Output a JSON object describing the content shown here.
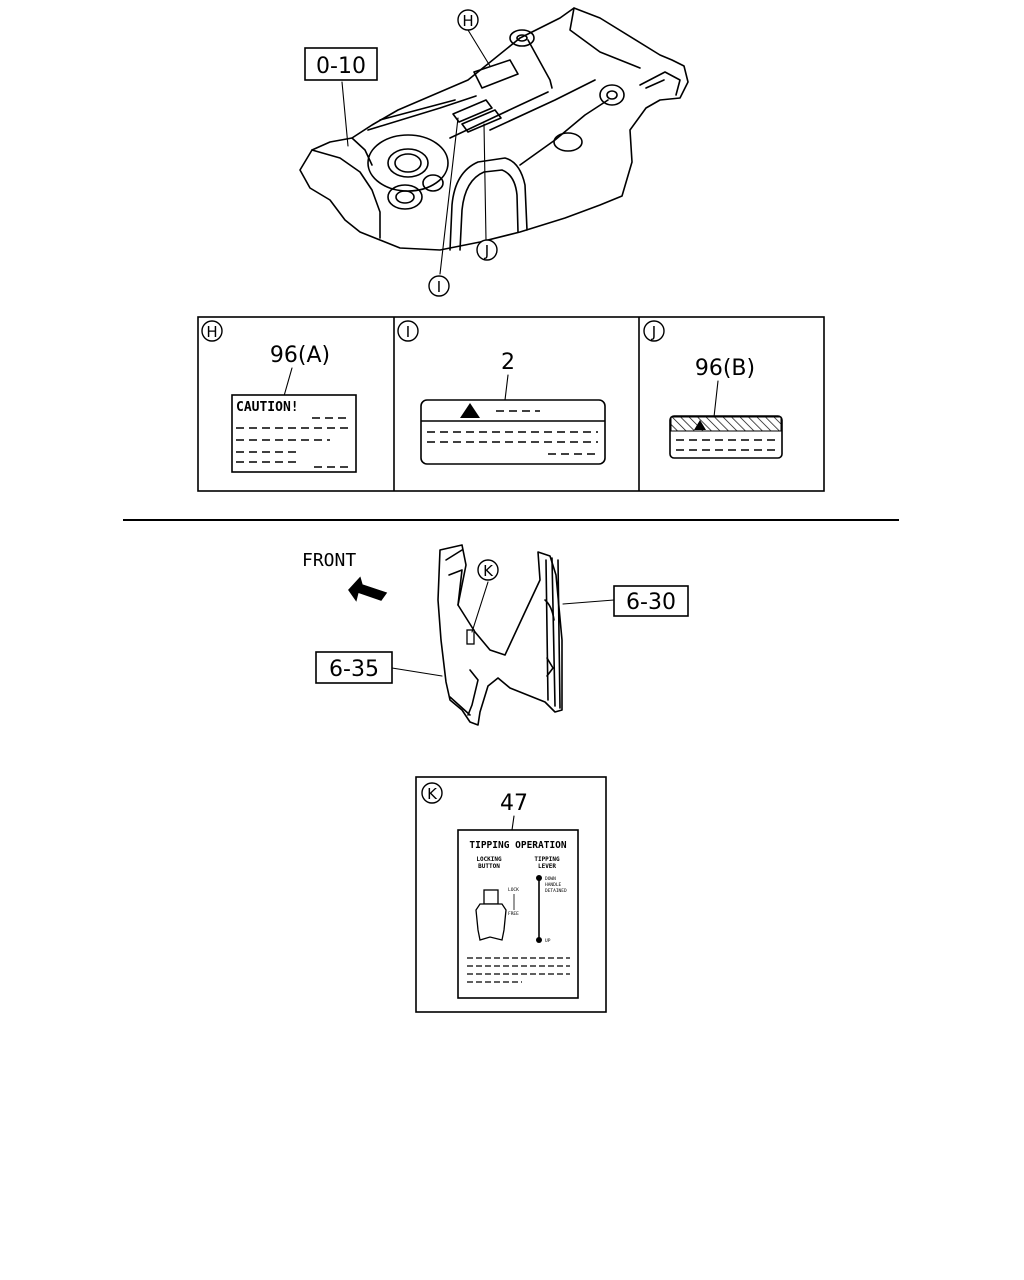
{
  "top_assembly": {
    "ref_box": "0-10",
    "callouts": {
      "h": "H",
      "i": "I",
      "j": "J"
    }
  },
  "label_panels": {
    "h": {
      "letter": "H",
      "part_no": "96(A)",
      "caution_text": "CAUTION!"
    },
    "i": {
      "letter": "I",
      "part_no": "2"
    },
    "j": {
      "letter": "J",
      "part_no": "96(B)"
    }
  },
  "lower_assembly": {
    "front_text": "FRONT",
    "callout_k": "K",
    "ref_top": "6-30",
    "ref_bottom": "6-35"
  },
  "tipping_panel": {
    "letter": "K",
    "part_no": "47",
    "title": "TIPPING OPERATION",
    "col_left_line1": "LOCKING",
    "col_left_line2": "BUTTON",
    "col_right_line1": "TIPPING",
    "col_right_line2": "LEVER",
    "lock": "LOCK",
    "free": "FREE",
    "side_note_1": "DOWN",
    "side_note_2": "HANDLE",
    "side_note_3": "DETAINED",
    "up": "UP"
  }
}
